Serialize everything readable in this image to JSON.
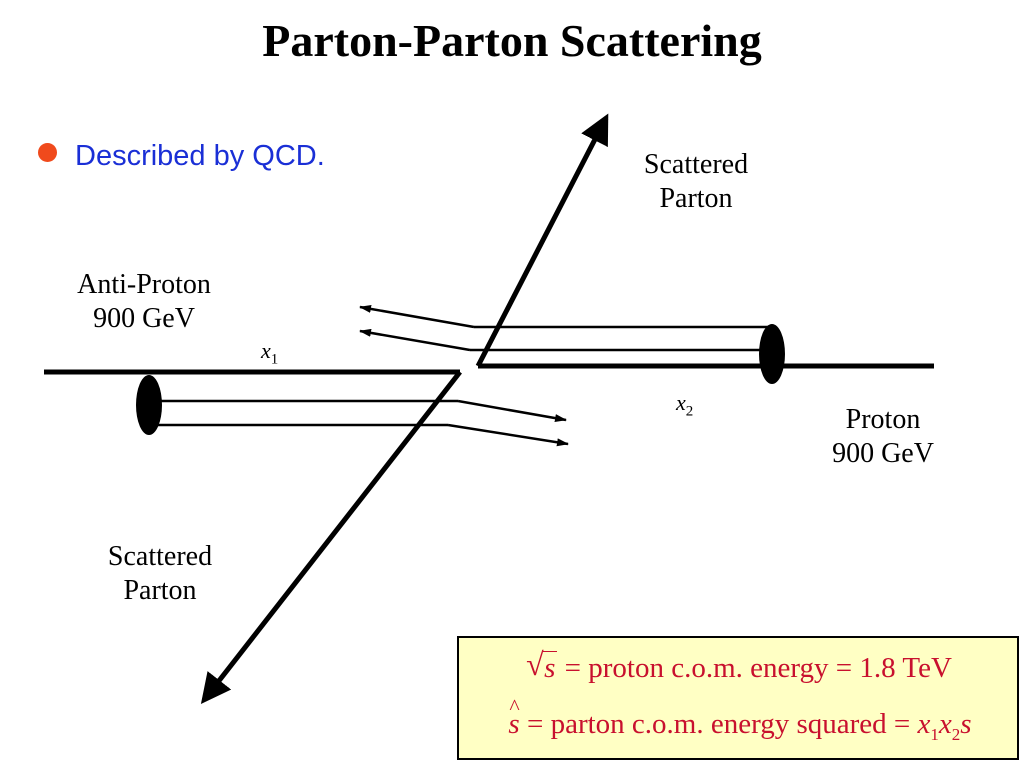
{
  "title": "Parton-Parton Scattering",
  "bullet": {
    "text": "Described by QCD."
  },
  "labels": {
    "scattered_top_line1": "Scattered",
    "scattered_top_line2": "Parton",
    "antiproton_line1": "Anti-Proton",
    "antiproton_line2": "900 GeV",
    "proton_line1": "Proton",
    "proton_line2": "900 GeV",
    "scattered_bottom_line1": "Scattered",
    "scattered_bottom_line2": "Parton",
    "x1_var": "x",
    "x1_sub": "1",
    "x2_var": "x",
    "x2_sub": "2"
  },
  "formula": {
    "line1": {
      "s": "s",
      "eq1": "=",
      "text": "proton c.o.m. energy",
      "eq2": "=",
      "value": "1.8 TeV"
    },
    "line2": {
      "s": "s",
      "eq1": "=",
      "text": "parton c.o.m. energy squared",
      "eq2": "=",
      "x": "x",
      "sub1": "1",
      "x2": "x",
      "sub2": "2",
      "s_end": "s"
    }
  },
  "colors": {
    "bullet_dot": "#f04a1c",
    "bullet_text": "#1a2fd6",
    "formula_text": "#c8102e",
    "formula_box": "#ffffc4"
  }
}
